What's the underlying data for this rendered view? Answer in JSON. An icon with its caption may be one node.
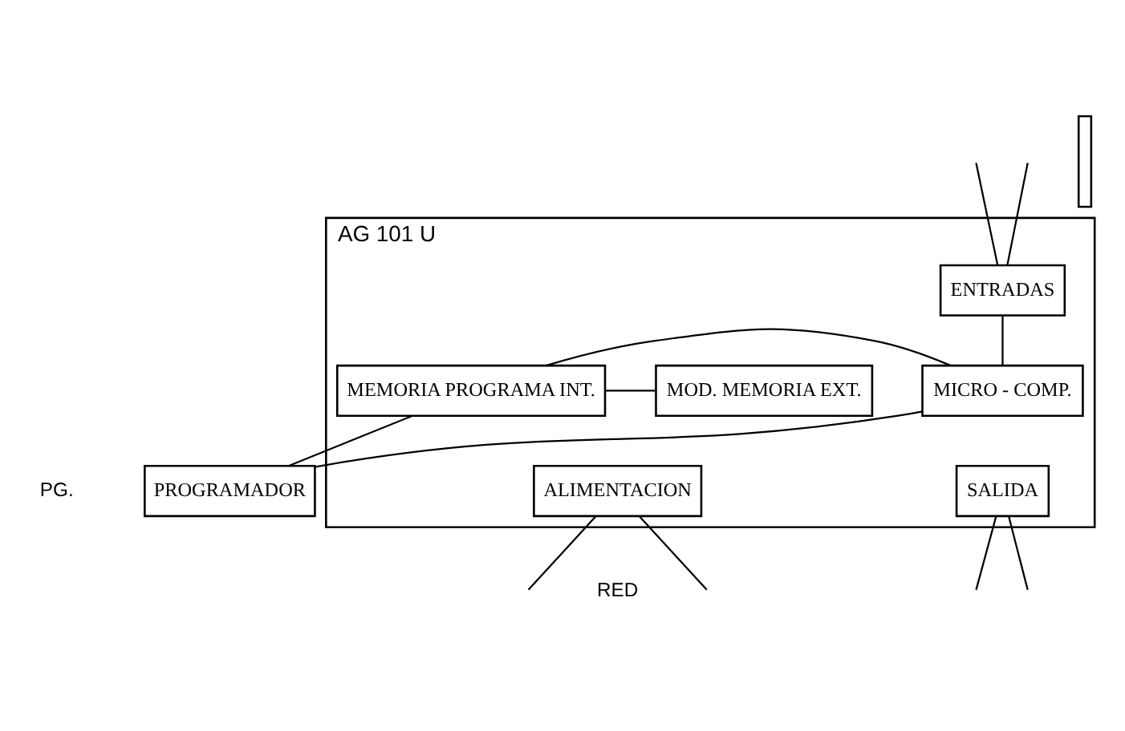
{
  "diagram": {
    "nodes": [
      {
        "text": [
          "AG 101 U"
        ]
      },
      {
        "text": [
          "ENTRADAS"
        ],
        "in": 0
      },
      {
        "text": [
          "MOD. MEMORIA EXT."
        ],
        "in": 0
      },
      {
        "text": [
          "MEMORIA PROGRAMA INT."
        ],
        "in": 0
      },
      {
        "text": [
          "MICRO - COMP."
        ],
        "in": 0
      },
      {
        "text": [
          "ALIMENTACION"
        ],
        "in": 0
      },
      {
        "text": [
          "SALIDA"
        ],
        "in": 0
      },
      {
        "text": [
          "PROGRAMADOR"
        ],
        "beside": [
          "PG."
        ]
      },
      {
        "text": [],
        "shape": "bar"
      }
    ],
    "edges": [
      {
        "from": null,
        "to": 1,
        "arrow": "none"
      },
      {
        "from": null,
        "to": 1,
        "arrow": "none"
      },
      {
        "from": 1,
        "to": 4,
        "arrow": "none"
      },
      {
        "from": 2,
        "to": 3,
        "arrow": "none"
      },
      {
        "from": 3,
        "to": 4,
        "arrow": "none"
      },
      {
        "from": 3,
        "to": 7,
        "arrow": "none"
      },
      {
        "from": 4,
        "to": 7,
        "arrow": "none"
      },
      {
        "from": 5,
        "to": null,
        "arrow": "none"
      },
      {
        "from": 5,
        "to": null,
        "arrow": "none"
      },
      {
        "from": 6,
        "to": null,
        "arrow": "none"
      },
      {
        "from": 6,
        "to": null,
        "arrow": "none"
      }
    ],
    "labels": [
      "RED"
    ]
  }
}
